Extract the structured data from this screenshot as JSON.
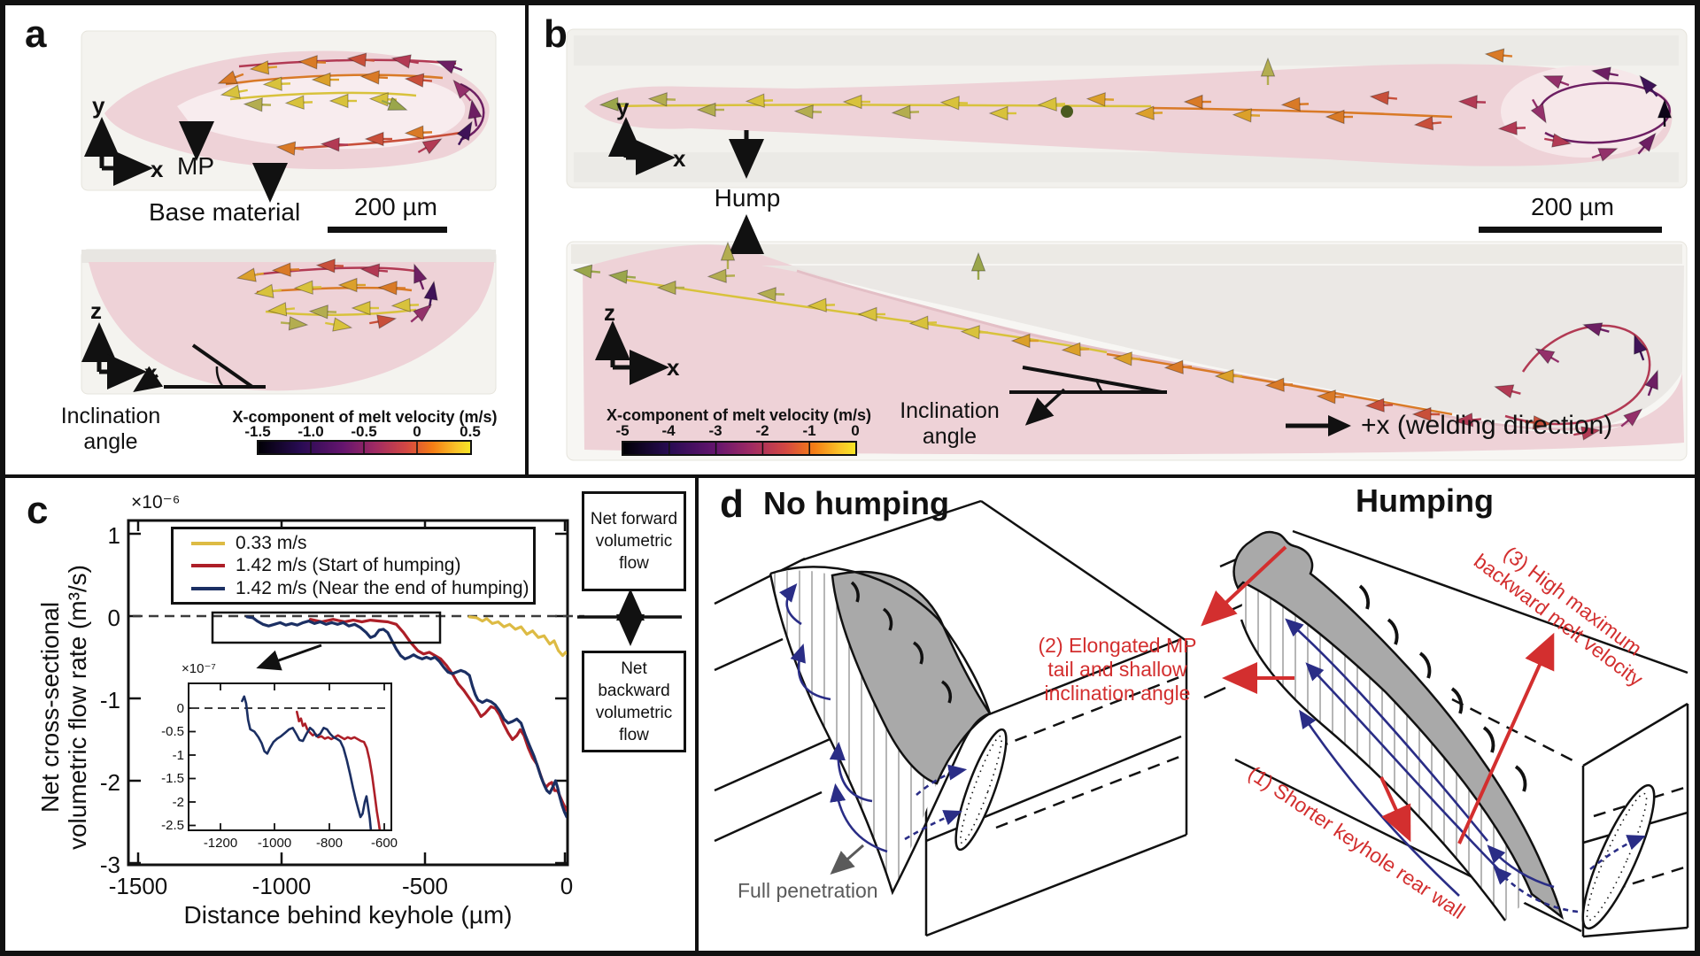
{
  "figure": {
    "panel_a": {
      "label": "a",
      "axes_top": {
        "v": "y",
        "h": "x"
      },
      "mp_label": "MP",
      "base_material_label": "Base material",
      "scalebar_label": "200 µm",
      "axes_side": {
        "v": "z",
        "h": "x"
      },
      "inclination_line1": "Inclination",
      "inclination_line2": "angle",
      "colorbar": {
        "title": "X-component of melt velocity (m/s)",
        "ticks": [
          "-1.5",
          "-1.0",
          "-0.5",
          "0",
          "0.5"
        ]
      }
    },
    "panel_b": {
      "label": "b",
      "axes_top": {
        "v": "y",
        "h": "x"
      },
      "hump_label": "Hump",
      "scalebar_label": "200 µm",
      "axes_side": {
        "v": "z",
        "h": "x"
      },
      "inclination_line1": "Inclination",
      "inclination_line2": "angle",
      "welding_direction_label": "+x (welding direction)",
      "colorbar": {
        "title": "X-component of melt velocity (m/s)",
        "ticks": [
          "-5",
          "-4",
          "-3",
          "-2",
          "-1",
          "0"
        ]
      }
    },
    "panel_c": {
      "label": "c",
      "exponent": "×10⁻⁶",
      "ylabel_line1": "Net cross-sectional",
      "ylabel_line2": "volumetric flow rate (m³/s)",
      "xlabel": "Distance behind keyhole (µm)",
      "yticks": [
        "1",
        "0",
        "-1",
        "-2",
        "-3"
      ],
      "xticks": [
        "-1500",
        "-1000",
        "-500",
        "0"
      ],
      "inset": {
        "exponent": "×10⁻⁷",
        "yticks": [
          "0",
          "-0.5",
          "-1",
          "-1.5",
          "-2",
          "-2.5"
        ],
        "xticks": [
          "-1200",
          "-1000",
          "-800",
          "-600"
        ]
      },
      "flow_forward_label": "Net forward volumetric flow",
      "flow_backward_label": "Net backward volumetric flow"
    },
    "panel_d": {
      "label": "d",
      "no_humping_title": "No humping",
      "humping_title": "Humping",
      "full_penetration_label": "Full penetration",
      "ann1_label": "(1) Shorter keyhole rear wall",
      "ann2_line1": "(2) Elongated MP",
      "ann2_line2": "tail and shallow",
      "ann2_line3": "inclination angle",
      "ann3_line1": "(3) High maximum",
      "ann3_line2": "backward melt velocity",
      "annotation_color": "#d32f2f"
    }
  },
  "chart_data": {
    "type": "line",
    "title": "",
    "xlabel": "Distance behind keyhole (µm)",
    "ylabel": "Net cross-sectional volumetric flow rate (m³/s)",
    "y_unit_scale": "1e-6 m3/s",
    "xlim": [
      -1530,
      0
    ],
    "ylim": [
      -3.2,
      1.2
    ],
    "xticks": [
      -1500,
      -1000,
      -500,
      0
    ],
    "yticks": [
      1,
      0,
      -1,
      -2,
      -3
    ],
    "zero_dashed_line": true,
    "grid": false,
    "legend_position": "top-left",
    "series": [
      {
        "name": "0.33 m/s",
        "color": "#DDBB44",
        "points": [
          [
            -345,
            -0.01
          ],
          [
            -320,
            -0.02
          ],
          [
            -300,
            -0.06
          ],
          [
            -285,
            -0.03
          ],
          [
            -265,
            -0.09
          ],
          [
            -245,
            -0.07
          ],
          [
            -225,
            -0.13
          ],
          [
            -205,
            -0.1
          ],
          [
            -185,
            -0.16
          ],
          [
            -165,
            -0.13
          ],
          [
            -145,
            -0.22
          ],
          [
            -125,
            -0.18
          ],
          [
            -105,
            -0.26
          ],
          [
            -85,
            -0.24
          ],
          [
            -65,
            -0.34
          ],
          [
            -50,
            -0.3
          ],
          [
            -35,
            -0.42
          ],
          [
            -20,
            -0.48
          ],
          [
            -10,
            -0.44
          ],
          [
            0,
            -0.47
          ]
        ]
      },
      {
        "name": "1.42 m/s (Start of humping)",
        "color": "#AD1F28",
        "points": [
          [
            -900,
            -0.04
          ],
          [
            -860,
            -0.07
          ],
          [
            -820,
            -0.04
          ],
          [
            -780,
            -0.07
          ],
          [
            -750,
            -0.05
          ],
          [
            -720,
            -0.07
          ],
          [
            -690,
            -0.05
          ],
          [
            -660,
            -0.06
          ],
          [
            -630,
            -0.07
          ],
          [
            -600,
            -0.1
          ],
          [
            -575,
            -0.2
          ],
          [
            -550,
            -0.32
          ],
          [
            -525,
            -0.42
          ],
          [
            -505,
            -0.46
          ],
          [
            -485,
            -0.44
          ],
          [
            -465,
            -0.48
          ],
          [
            -445,
            -0.52
          ],
          [
            -425,
            -0.6
          ],
          [
            -405,
            -0.7
          ],
          [
            -385,
            -0.82
          ],
          [
            -365,
            -0.9
          ],
          [
            -345,
            -1.0
          ],
          [
            -325,
            -1.1
          ],
          [
            -305,
            -1.22
          ],
          [
            -290,
            -1.18
          ],
          [
            -270,
            -1.1
          ],
          [
            -255,
            -1.12
          ],
          [
            -240,
            -1.2
          ],
          [
            -225,
            -1.32
          ],
          [
            -210,
            -1.42
          ],
          [
            -195,
            -1.5
          ],
          [
            -180,
            -1.45
          ],
          [
            -168,
            -1.38
          ],
          [
            -155,
            -1.45
          ],
          [
            -140,
            -1.6
          ],
          [
            -125,
            -1.72
          ],
          [
            -110,
            -1.8
          ],
          [
            -98,
            -1.92
          ],
          [
            -88,
            -2.02
          ],
          [
            -78,
            -2.08
          ],
          [
            -68,
            -2.04
          ],
          [
            -58,
            -2.02
          ],
          [
            -48,
            -2.12
          ],
          [
            -38,
            -2.12
          ],
          [
            -28,
            -2.2
          ],
          [
            -18,
            -2.28
          ],
          [
            -8,
            -2.35
          ],
          [
            0,
            -2.38
          ]
        ]
      },
      {
        "name": "1.42 m/s (Near the end of humping)",
        "color": "#1B2F63",
        "points": [
          [
            -1120,
            -0.01
          ],
          [
            -1100,
            -0.02
          ],
          [
            -1085,
            -0.06
          ],
          [
            -1065,
            -0.1
          ],
          [
            -1045,
            -0.12
          ],
          [
            -1025,
            -0.1
          ],
          [
            -1005,
            -0.08
          ],
          [
            -985,
            -0.11
          ],
          [
            -965,
            -0.09
          ],
          [
            -945,
            -0.11
          ],
          [
            -925,
            -0.08
          ],
          [
            -905,
            -0.06
          ],
          [
            -885,
            -0.09
          ],
          [
            -865,
            -0.07
          ],
          [
            -845,
            -0.1
          ],
          [
            -825,
            -0.08
          ],
          [
            -805,
            -0.1
          ],
          [
            -785,
            -0.08
          ],
          [
            -765,
            -0.12
          ],
          [
            -745,
            -0.1
          ],
          [
            -725,
            -0.14
          ],
          [
            -705,
            -0.2
          ],
          [
            -690,
            -0.26
          ],
          [
            -675,
            -0.24
          ],
          [
            -660,
            -0.17
          ],
          [
            -645,
            -0.16
          ],
          [
            -630,
            -0.2
          ],
          [
            -615,
            -0.3
          ],
          [
            -600,
            -0.4
          ],
          [
            -585,
            -0.48
          ],
          [
            -570,
            -0.52
          ],
          [
            -555,
            -0.5
          ],
          [
            -540,
            -0.47
          ],
          [
            -525,
            -0.5
          ],
          [
            -510,
            -0.52
          ],
          [
            -495,
            -0.5
          ],
          [
            -480,
            -0.52
          ],
          [
            -465,
            -0.5
          ],
          [
            -450,
            -0.55
          ],
          [
            -435,
            -0.62
          ],
          [
            -420,
            -0.68
          ],
          [
            -405,
            -0.7
          ],
          [
            -390,
            -0.68
          ],
          [
            -375,
            -0.66
          ],
          [
            -360,
            -0.68
          ],
          [
            -345,
            -0.72
          ],
          [
            -335,
            -0.85
          ],
          [
            -325,
            -0.95
          ],
          [
            -315,
            -1.02
          ],
          [
            -300,
            -1.05
          ],
          [
            -285,
            -1.02
          ],
          [
            -270,
            -1.04
          ],
          [
            -255,
            -1.08
          ],
          [
            -240,
            -1.15
          ],
          [
            -225,
            -1.25
          ],
          [
            -210,
            -1.3
          ],
          [
            -195,
            -1.28
          ],
          [
            -180,
            -1.25
          ],
          [
            -165,
            -1.3
          ],
          [
            -150,
            -1.45
          ],
          [
            -135,
            -1.58
          ],
          [
            -120,
            -1.7
          ],
          [
            -108,
            -1.82
          ],
          [
            -96,
            -1.95
          ],
          [
            -85,
            -2.05
          ],
          [
            -75,
            -2.12
          ],
          [
            -65,
            -2.15
          ],
          [
            -55,
            -2.08
          ],
          [
            -45,
            -2.0
          ],
          [
            -38,
            -2.08
          ],
          [
            -30,
            -2.2
          ],
          [
            -22,
            -2.3
          ],
          [
            -14,
            -2.38
          ],
          [
            -6,
            -2.44
          ],
          [
            0,
            -2.46
          ]
        ]
      }
    ],
    "inset": {
      "y_unit_scale": "1e-7 m3/s",
      "xlim": [
        -1315,
        -575
      ],
      "ylim": [
        -2.6,
        0.55
      ],
      "xticks": [
        -1200,
        -1000,
        -800,
        -600
      ],
      "yticks": [
        0,
        -0.5,
        -1,
        -1.5,
        -2,
        -2.5
      ],
      "series": [
        {
          "name": "1.42 m/s (Start of humping)",
          "color": "#AD1F28",
          "points": [
            [
              -920,
              -0.08
            ],
            [
              -912,
              -0.28
            ],
            [
              -905,
              -0.22
            ],
            [
              -898,
              -0.38
            ],
            [
              -890,
              -0.33
            ],
            [
              -882,
              -0.45
            ],
            [
              -872,
              -0.52
            ],
            [
              -862,
              -0.58
            ],
            [
              -852,
              -0.55
            ],
            [
              -842,
              -0.62
            ],
            [
              -830,
              -0.6
            ],
            [
              -818,
              -0.65
            ],
            [
              -806,
              -0.62
            ],
            [
              -794,
              -0.66
            ],
            [
              -782,
              -0.62
            ],
            [
              -770,
              -0.58
            ],
            [
              -758,
              -0.62
            ],
            [
              -746,
              -0.66
            ],
            [
              -734,
              -0.62
            ],
            [
              -722,
              -0.65
            ],
            [
              -710,
              -0.62
            ],
            [
              -698,
              -0.66
            ],
            [
              -686,
              -0.7
            ],
            [
              -675,
              -0.72
            ],
            [
              -665,
              -0.85
            ],
            [
              -655,
              -1.1
            ],
            [
              -645,
              -1.45
            ],
            [
              -636,
              -1.85
            ],
            [
              -628,
              -2.2
            ],
            [
              -621,
              -2.45
            ],
            [
              -615,
              -2.7
            ]
          ]
        },
        {
          "name": "1.42 m/s (Near the end of humping)",
          "color": "#1B2F63",
          "points": [
            [
              -1120,
              0.15
            ],
            [
              -1112,
              0.25
            ],
            [
              -1105,
              0.1
            ],
            [
              -1098,
              -0.25
            ],
            [
              -1090,
              -0.45
            ],
            [
              -1075,
              -0.5
            ],
            [
              -1060,
              -0.62
            ],
            [
              -1048,
              -0.75
            ],
            [
              -1038,
              -0.92
            ],
            [
              -1028,
              -0.97
            ],
            [
              -1018,
              -0.85
            ],
            [
              -1005,
              -0.72
            ],
            [
              -992,
              -0.65
            ],
            [
              -978,
              -0.6
            ],
            [
              -962,
              -0.52
            ],
            [
              -948,
              -0.45
            ],
            [
              -935,
              -0.42
            ],
            [
              -922,
              -0.55
            ],
            [
              -910,
              -0.68
            ],
            [
              -898,
              -0.7
            ],
            [
              -885,
              -0.55
            ],
            [
              -872,
              -0.42
            ],
            [
              -860,
              -0.48
            ],
            [
              -848,
              -0.6
            ],
            [
              -835,
              -0.55
            ],
            [
              -822,
              -0.42
            ],
            [
              -810,
              -0.45
            ],
            [
              -798,
              -0.55
            ],
            [
              -786,
              -0.62
            ],
            [
              -775,
              -0.65
            ],
            [
              -762,
              -0.7
            ],
            [
              -750,
              -0.85
            ],
            [
              -738,
              -1.1
            ],
            [
              -726,
              -1.4
            ],
            [
              -715,
              -1.7
            ],
            [
              -705,
              -1.95
            ],
            [
              -696,
              -2.15
            ],
            [
              -688,
              -2.32
            ],
            [
              -680,
              -2.25
            ],
            [
              -672,
              -2.0
            ],
            [
              -666,
              -1.88
            ],
            [
              -660,
              -2.1
            ],
            [
              -654,
              -2.35
            ],
            [
              -648,
              -2.7
            ]
          ]
        }
      ]
    }
  }
}
